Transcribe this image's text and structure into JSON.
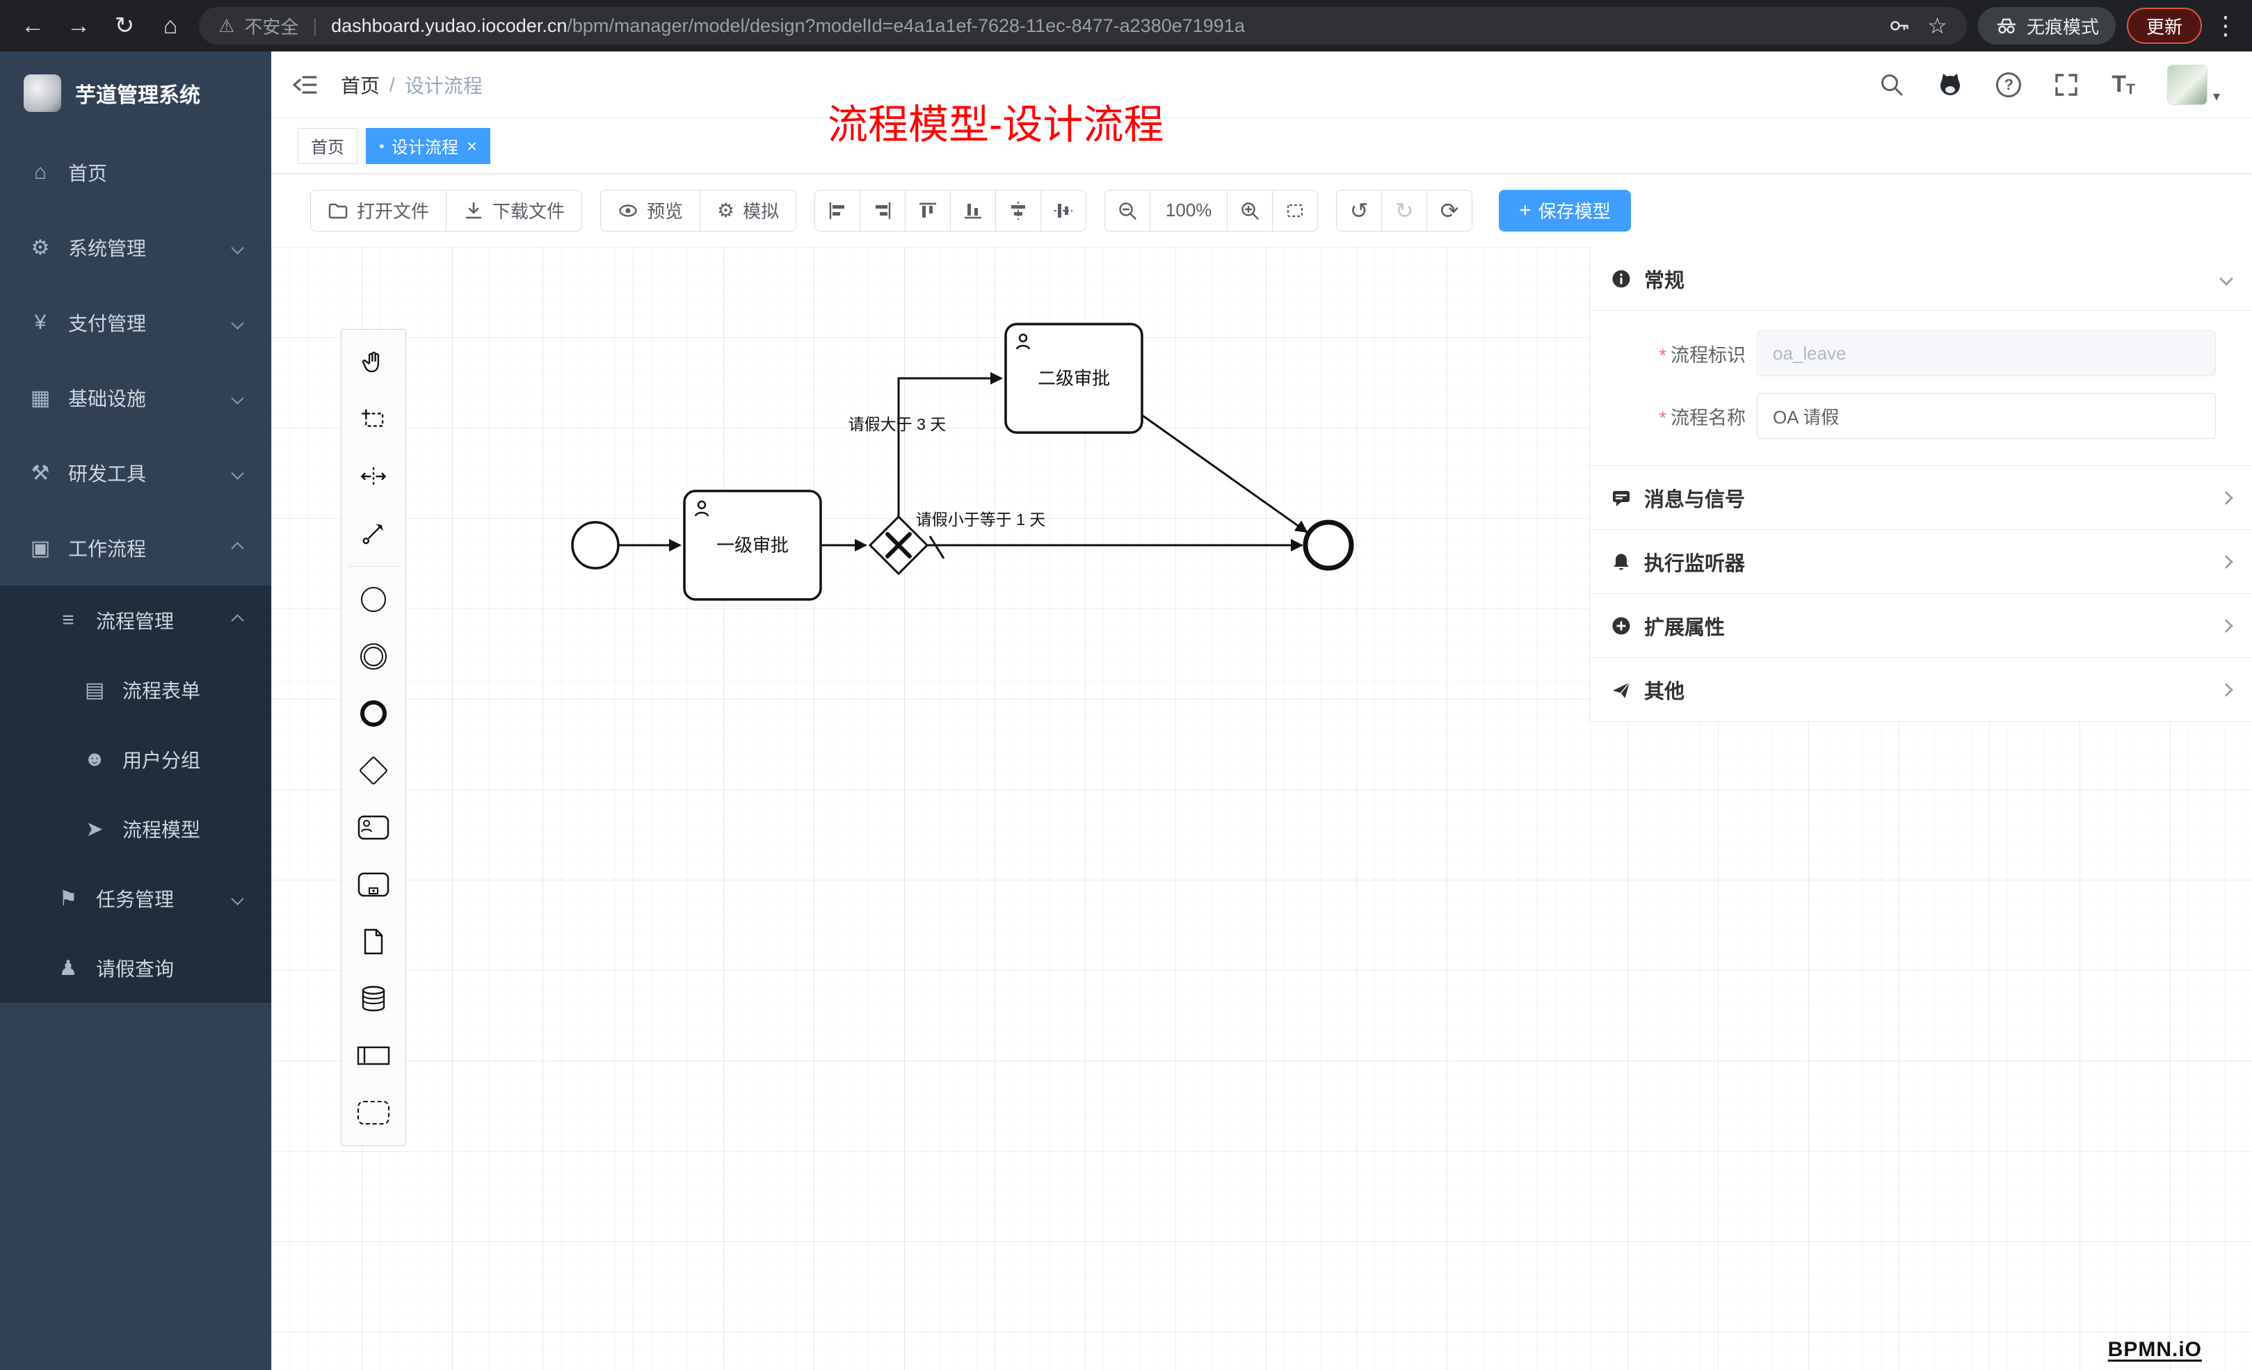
{
  "browser": {
    "security_label": "不安全",
    "divider": "|",
    "url_domain": "dashboard.yudao.iocoder.cn",
    "url_path": "/bpm/manager/model/design?modelId=e4a1a1ef-7628-11ec-8477-a2380e71991a",
    "incognito_label": "无痕模式",
    "update_label": "更新"
  },
  "icons": {
    "back": "←",
    "forward": "→",
    "reload": "↻",
    "home": "⌂",
    "warning": "⚠",
    "star": "☆",
    "kebab": "⋮",
    "question": "?",
    "font_large": "T",
    "font_small": "T",
    "caret_down": "▾",
    "undo": "↺",
    "redo": "↻",
    "restore": "⟳",
    "plus": "+",
    "close": "×",
    "dot": "●",
    "gear": "⚙"
  },
  "sidebar": {
    "logo_title": "芋道管理系统",
    "items": [
      {
        "label": "首页",
        "glyph": "⌂"
      },
      {
        "label": "系统管理",
        "glyph": "⚙"
      },
      {
        "label": "支付管理",
        "glyph": "¥"
      },
      {
        "label": "基础设施",
        "glyph": "▦"
      },
      {
        "label": "研发工具",
        "glyph": "⚒"
      },
      {
        "label": "工作流程",
        "glyph": "▣"
      },
      {
        "label": "流程管理",
        "glyph": "≡"
      },
      {
        "label": "流程表单",
        "glyph": "▤"
      },
      {
        "label": "用户分组",
        "glyph": "☻"
      },
      {
        "label": "流程模型",
        "glyph": "➤"
      },
      {
        "label": "任务管理",
        "glyph": "⚑"
      },
      {
        "label": "请假查询",
        "glyph": "♟"
      }
    ]
  },
  "header": {
    "breadcrumb_root": "首页",
    "breadcrumb_sep": "/",
    "breadcrumb_current": "设计流程",
    "annotation": "流程模型-设计流程"
  },
  "tabs": [
    {
      "label": "首页"
    },
    {
      "label": "设计流程"
    }
  ],
  "toolbar": {
    "open_file": "打开文件",
    "download_file": "下载文件",
    "preview": "预览",
    "simulate": "模拟",
    "zoom_level": "100%",
    "save_model": "保存模型"
  },
  "canvas": {
    "task1_label": "一级审批",
    "task2_label": "二级审批",
    "flow_top_label": "请假大于 3 天",
    "flow_bottom_label": "请假小于等于 1 天"
  },
  "panel": {
    "general_title": "常规",
    "required_mark": "*",
    "process_key_label": "流程标识",
    "process_key_value": "oa_leave",
    "process_name_label": "流程名称",
    "process_name_value": "OA 请假",
    "sections": [
      {
        "title": "消息与信号"
      },
      {
        "title": "执行监听器"
      },
      {
        "title": "扩展属性"
      },
      {
        "title": "其他"
      }
    ]
  },
  "watermark": "BPMN.iO"
}
